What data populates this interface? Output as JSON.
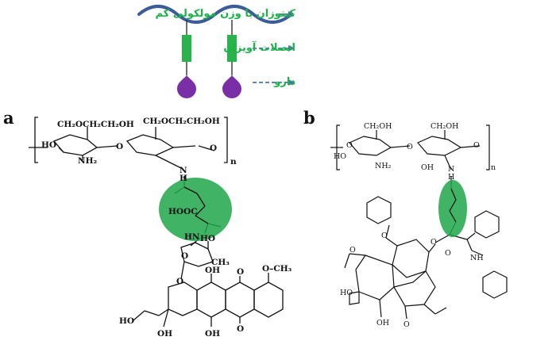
{
  "legend": {
    "polymer_label": "کیتوزان با وزن مولکولی کم",
    "linker_label": "اتصلات آویزان",
    "drug_label": "دارو",
    "polymer_color": "#3a5d99",
    "polymer_label_color": "#1db34a",
    "linker_color": "#28b44a",
    "drug_color": "#7b2fa6",
    "arrow_color": "#4a73ad"
  },
  "panel_a": {
    "letter": "a",
    "labels": {
      "side1": "CH₂OCH₂CH₂OH",
      "side2": "CH₂OCH₂CH₂OH",
      "ho1": "HO",
      "nh2": "NH₂",
      "o_link": "O",
      "o_end": "O",
      "nh": "N",
      "h": "H",
      "n": "n",
      "acid": "HOOC",
      "amide_nh": "HN",
      "o_ring": "O",
      "ch3": "CH₃",
      "ho_sugar": "HO",
      "o_glyc": "O",
      "oh1": "OH",
      "o_q1": "O",
      "och3": "O–CH₃",
      "hoch2": "HO",
      "oh_c9": "OH",
      "oh2": "OH",
      "o_q2": "O"
    },
    "highlight_color": "#1fa64a"
  },
  "panel_b": {
    "letter": "b",
    "labels": {
      "ch2oh1": "CH₂OH",
      "ch2oh2": "CH₂OH",
      "ho": "HO",
      "oh": "OH",
      "nh2": "NH₂",
      "o1": "O",
      "o2": "O",
      "o3": "O",
      "n": "n",
      "nh_top": "N",
      "nh_h": "H",
      "o_ester": "O",
      "o_c": "O",
      "nh_side": "NH",
      "o_bz": "O",
      "oh_bottom": "OH",
      "o_ac": "O",
      "ho_bottom": "HO",
      "o_ketone": "O"
    },
    "highlight_color": "#1fa64a"
  }
}
